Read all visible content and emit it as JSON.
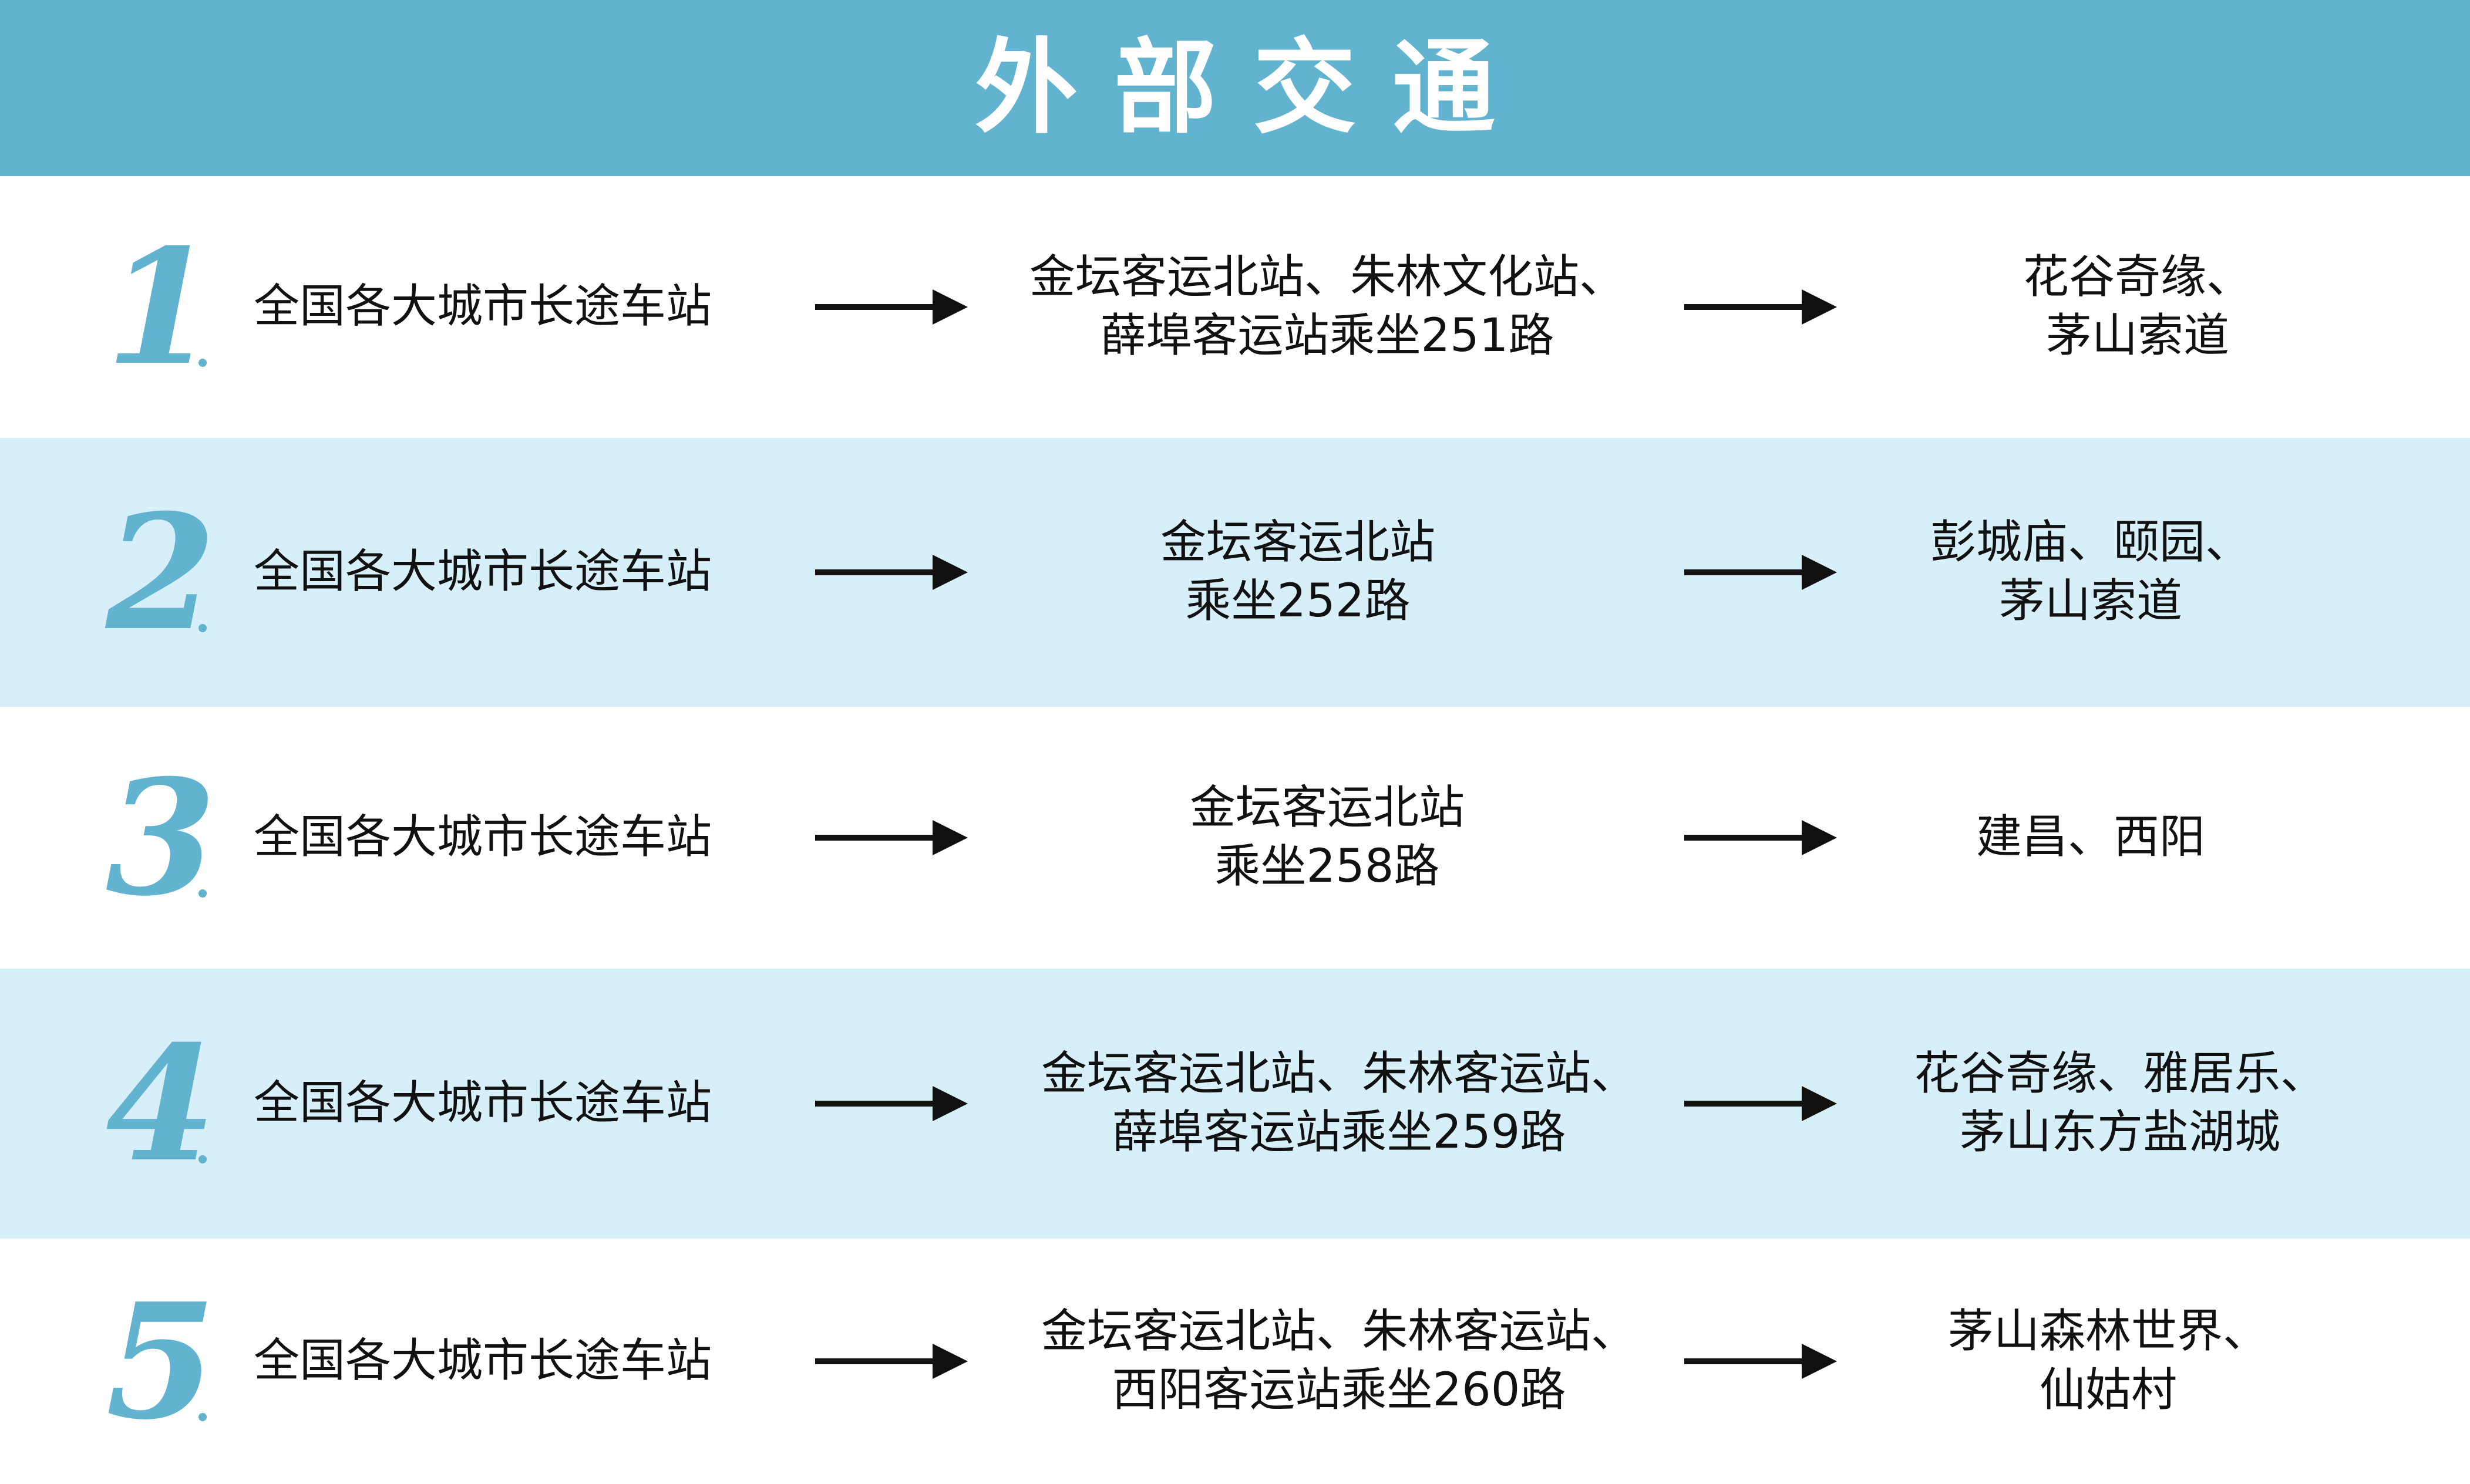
{
  "title": "外部交通",
  "colors": {
    "header_bg": "#62b3cf",
    "number_color": "#62b3cf",
    "stripe_bg": "#d6eff8",
    "text": "#111111"
  },
  "routes": [
    {
      "number": "1",
      "origin": "全国各大城市长途车站",
      "via": [
        "金坛客运北站、朱林文化站、",
        "薛埠客运站乘坐251路"
      ],
      "destination": [
        "花谷奇缘、",
        "茅山索道"
      ]
    },
    {
      "number": "2",
      "origin": "全国各大城市长途车站",
      "via": [
        "金坛客运北站",
        "乘坐252路"
      ],
      "destination": [
        "彭城庙、颐园、",
        "茅山索道"
      ]
    },
    {
      "number": "3",
      "origin": "全国各大城市长途车站",
      "via": [
        "金坛客运北站",
        "乘坐258路"
      ],
      "destination": [
        "建昌、西阳"
      ]
    },
    {
      "number": "4",
      "origin": "全国各大城市长途车站",
      "via": [
        "金坛客运北站、朱林客运站、",
        "薛埠客运站乘坐259路"
      ],
      "destination": [
        "花谷奇缘、雅居乐、",
        "茅山东方盐湖城"
      ]
    },
    {
      "number": "5",
      "origin": "全国各大城市长途车站",
      "via": [
        "金坛客运北站、朱林客运站、",
        "西阳客运站乘坐260路"
      ],
      "destination": [
        "茅山森林世界、",
        "仙姑村"
      ]
    }
  ]
}
